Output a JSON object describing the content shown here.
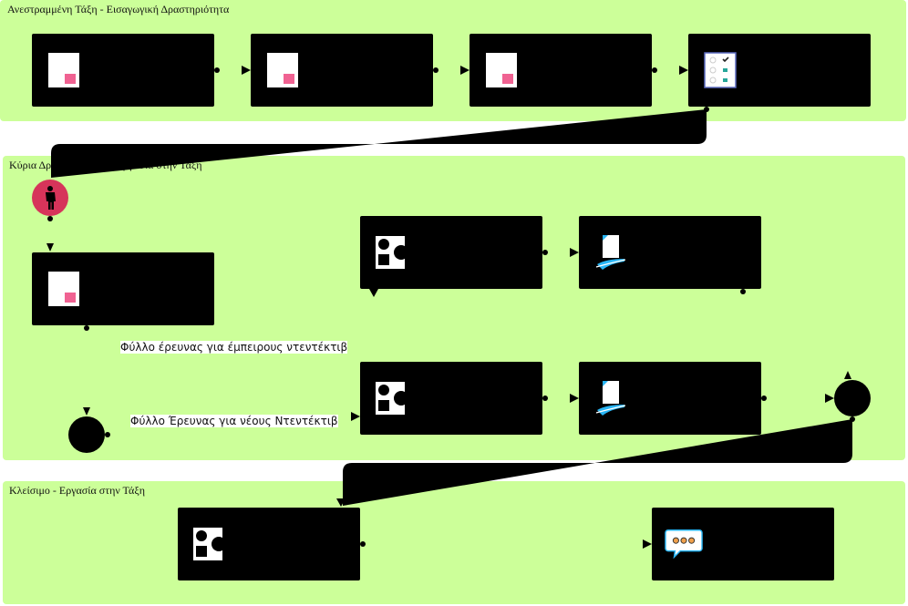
{
  "lanes": [
    {
      "title": "Ανεστραμμένη Τάξη - Εισαγωγική Δραστηριότητα"
    },
    {
      "title": "Κύρια Δραστηριότητα - Εργασία στην Τάξη"
    },
    {
      "title": "Κλείσιμο - Εργασία στην Τάξη"
    }
  ],
  "edge_labels": {
    "experienced": "Φύλλο έρευνας για έμπειρους ντεντέκτιβ",
    "new": "Φύλλο Έρευνας για νέους Ντεντέκτιβ"
  },
  "icons": {
    "document": "document-icon",
    "checklist": "checklist-icon",
    "shapes": "shapes-icon",
    "handout": "hand-document-icon",
    "chat": "speech-bubble-icon",
    "person": "person-icon"
  },
  "colors": {
    "lane": "#ccff99",
    "box": "#000000",
    "start_node": "#d6345a",
    "accent_pink": "#f06292",
    "accent_teal": "#26a69a",
    "accent_blue": "#29b6f6"
  }
}
